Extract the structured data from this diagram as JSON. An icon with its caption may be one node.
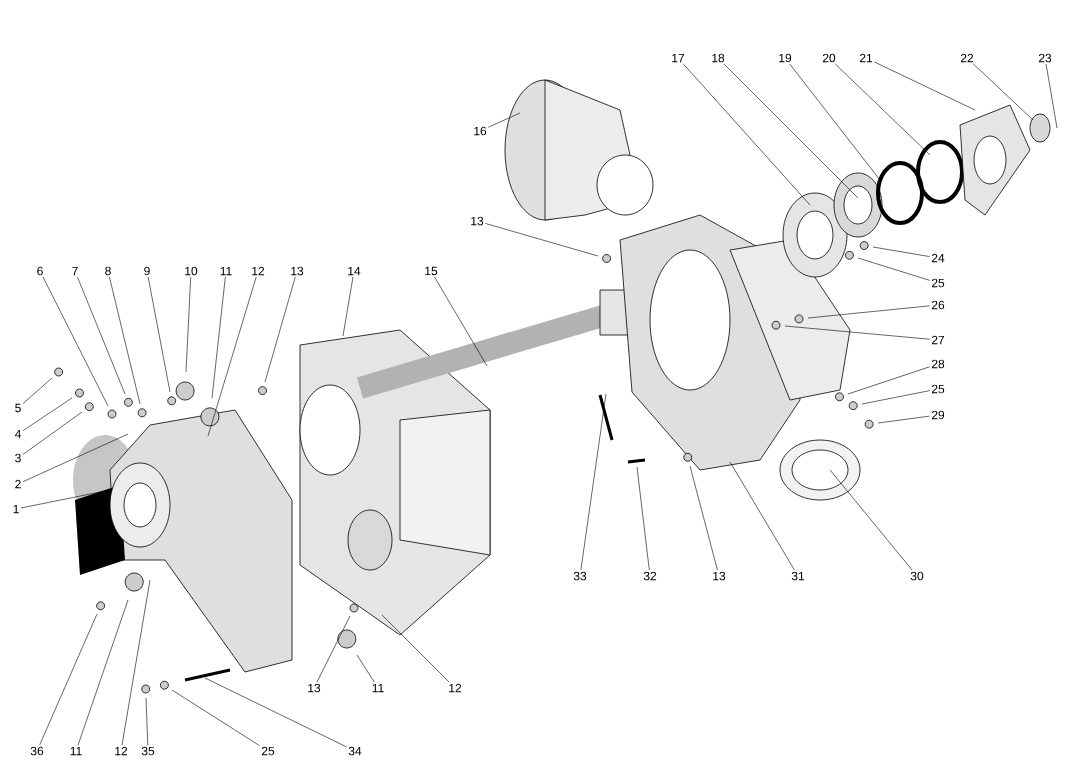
{
  "diagram": {
    "nodes": [
      {
        "text": [
          "1"
        ]
      },
      {
        "text": [
          "2"
        ]
      },
      {
        "text": [
          "3"
        ]
      },
      {
        "text": [
          "4"
        ]
      },
      {
        "text": [
          "5"
        ]
      },
      {
        "text": [
          "6"
        ]
      },
      {
        "text": [
          "7"
        ]
      },
      {
        "text": [
          "8"
        ]
      },
      {
        "text": [
          "9"
        ]
      },
      {
        "text": [
          "10"
        ]
      },
      {
        "text": [
          "11"
        ]
      },
      {
        "text": [
          "12"
        ]
      },
      {
        "text": [
          "13"
        ]
      },
      {
        "text": [
          "14"
        ]
      },
      {
        "text": [
          "15"
        ]
      },
      {
        "text": [
          "16"
        ]
      },
      {
        "text": [
          "17"
        ]
      },
      {
        "text": [
          "18"
        ]
      },
      {
        "text": [
          "19"
        ]
      },
      {
        "text": [
          "20"
        ]
      },
      {
        "text": [
          "21"
        ]
      },
      {
        "text": [
          "22"
        ]
      },
      {
        "text": [
          "23"
        ]
      },
      {
        "text": [
          "13"
        ]
      },
      {
        "text": [
          "24"
        ]
      },
      {
        "text": [
          "25"
        ]
      },
      {
        "text": [
          "26"
        ]
      },
      {
        "text": [
          "27"
        ]
      },
      {
        "text": [
          "28"
        ]
      },
      {
        "text": [
          "25"
        ]
      },
      {
        "text": [
          "29"
        ]
      },
      {
        "text": [
          "33"
        ]
      },
      {
        "text": [
          "32"
        ]
      },
      {
        "text": [
          "13"
        ]
      },
      {
        "text": [
          "31"
        ]
      },
      {
        "text": [
          "30"
        ]
      },
      {
        "text": [
          "13"
        ]
      },
      {
        "text": [
          "11"
        ]
      },
      {
        "text": [
          "12"
        ]
      },
      {
        "text": [
          "36"
        ]
      },
      {
        "text": [
          "11"
        ]
      },
      {
        "text": [
          "12"
        ]
      },
      {
        "text": [
          "35"
        ]
      },
      {
        "text": [
          "25"
        ]
      },
      {
        "text": [
          "34"
        ]
      }
    ],
    "edges": [
      {
        "from": 0,
        "to": null,
        "arrow": "none"
      },
      {
        "from": 1,
        "to": null,
        "arrow": "none"
      },
      {
        "from": 2,
        "to": null,
        "arrow": "none"
      },
      {
        "from": 3,
        "to": null,
        "arrow": "none"
      },
      {
        "from": 4,
        "to": null,
        "arrow": "none"
      },
      {
        "from": 5,
        "to": null,
        "arrow": "none"
      },
      {
        "from": 6,
        "to": null,
        "arrow": "none"
      },
      {
        "from": 7,
        "to": null,
        "arrow": "none"
      },
      {
        "from": 8,
        "to": null,
        "arrow": "none"
      },
      {
        "from": 9,
        "to": null,
        "arrow": "none"
      },
      {
        "from": 10,
        "to": null,
        "arrow": "none"
      },
      {
        "from": 11,
        "to": null,
        "arrow": "none"
      },
      {
        "from": 12,
        "to": null,
        "arrow": "none"
      },
      {
        "from": 13,
        "to": null,
        "arrow": "none"
      },
      {
        "from": 14,
        "to": null,
        "arrow": "none"
      },
      {
        "from": 15,
        "to": null,
        "arrow": "none"
      },
      {
        "from": 16,
        "to": null,
        "arrow": "none"
      },
      {
        "from": 17,
        "to": null,
        "arrow": "none"
      },
      {
        "from": 18,
        "to": null,
        "arrow": "none"
      },
      {
        "from": 19,
        "to": null,
        "arrow": "none"
      },
      {
        "from": 20,
        "to": null,
        "arrow": "none"
      },
      {
        "from": 21,
        "to": null,
        "arrow": "none"
      },
      {
        "from": 22,
        "to": null,
        "arrow": "none"
      },
      {
        "from": 23,
        "to": null,
        "arrow": "none"
      },
      {
        "from": 24,
        "to": null,
        "arrow": "none"
      },
      {
        "from": 25,
        "to": null,
        "arrow": "none"
      },
      {
        "from": 26,
        "to": null,
        "arrow": "none"
      },
      {
        "from": 27,
        "to": null,
        "arrow": "none"
      },
      {
        "from": 28,
        "to": null,
        "arrow": "none"
      },
      {
        "from": 29,
        "to": null,
        "arrow": "none"
      },
      {
        "from": 30,
        "to": null,
        "arrow": "none"
      },
      {
        "from": 31,
        "to": null,
        "arrow": "none"
      },
      {
        "from": 32,
        "to": null,
        "arrow": "none"
      },
      {
        "from": 33,
        "to": null,
        "arrow": "none"
      },
      {
        "from": 34,
        "to": null,
        "arrow": "none"
      },
      {
        "from": 35,
        "to": null,
        "arrow": "none"
      },
      {
        "from": 36,
        "to": null,
        "arrow": "none"
      },
      {
        "from": 37,
        "to": null,
        "arrow": "none"
      },
      {
        "from": 38,
        "to": null,
        "arrow": "none"
      },
      {
        "from": 39,
        "to": null,
        "arrow": "none"
      },
      {
        "from": 40,
        "to": null,
        "arrow": "none"
      },
      {
        "from": 41,
        "to": null,
        "arrow": "none"
      },
      {
        "from": 42,
        "to": null,
        "arrow": "none"
      },
      {
        "from": 43,
        "to": null,
        "arrow": "none"
      },
      {
        "from": 44,
        "to": null,
        "arrow": "none"
      }
    ]
  }
}
